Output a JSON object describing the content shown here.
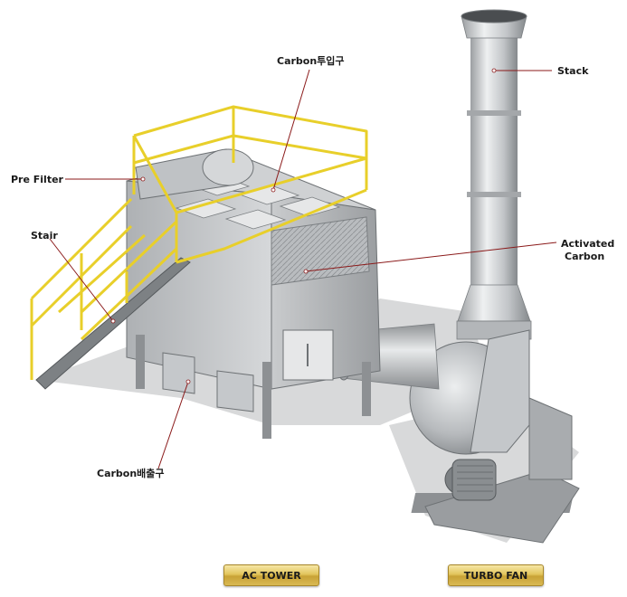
{
  "labels": {
    "carbon_inlet": "Carbon투입구",
    "stack": "Stack",
    "pre_filter": "Pre Filter",
    "stair": "Stair",
    "activated_carbon_line1": "Activated",
    "activated_carbon_line2": "Carbon",
    "carbon_outlet": "Carbon배출구"
  },
  "captions": {
    "ac_tower": "AC TOWER",
    "turbo_fan": "TURBO FAN"
  },
  "colors": {
    "leader_line": "#8b1a1a",
    "railing": "#e8cf2a",
    "steel_light": "#d4d6d8",
    "steel_mid": "#a9acaf",
    "steel_dark": "#6e7275"
  }
}
